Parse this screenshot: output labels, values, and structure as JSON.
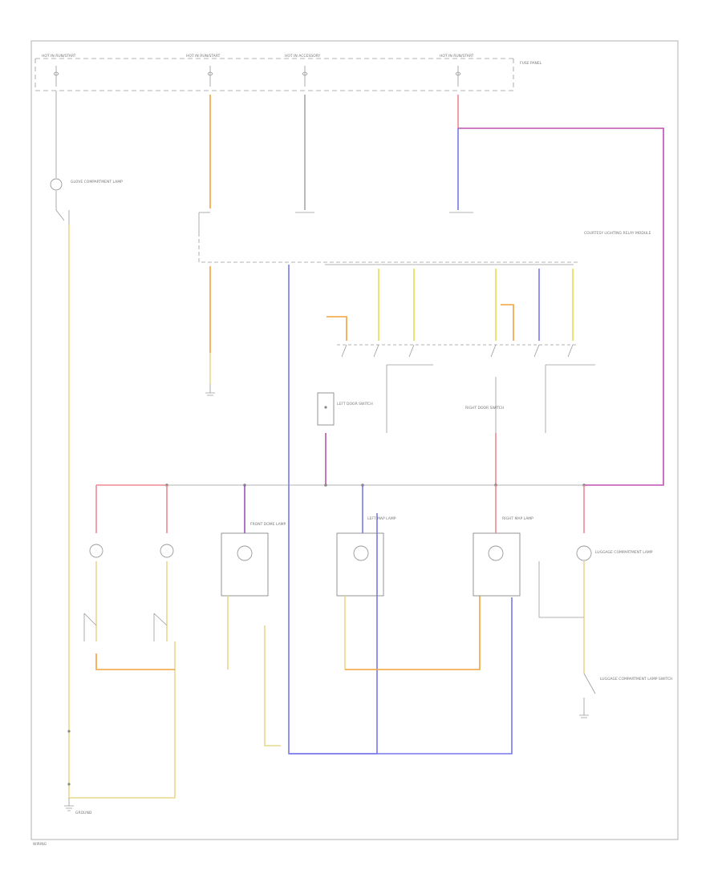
{
  "diagram": {
    "caption": "WIRING",
    "fuse_bar_labels": [
      "HOT IN RUN/START",
      "HOT IN RUN/START",
      "HOT IN ACCESSORY",
      "HOT IN RUN/START",
      "FUSE PANEL"
    ],
    "component_labels": {
      "glove_lamp": "GLOVE COMPARTMENT LAMP",
      "relay_module": "COURTESY LIGHTING RELAY MODULE",
      "left_door_switch": "LEFT DOOR SWITCH",
      "right_door_switch": "RIGHT DOOR SWITCH",
      "front_dome": "FRONT DOME LAMP",
      "left_map": "LEFT MAP LAMP",
      "right_map": "RIGHT MAP LAMP",
      "luggage_lamp": "LUGGAGE COMPARTMENT LAMP",
      "luggage_switch": "LUGGAGE COMPARTMENT LAMP SWITCH",
      "ground": "GROUND"
    }
  },
  "colors": {
    "orange": "#f2a23a",
    "yellow": "#e9d98a",
    "yellow_bright": "#e6de4a",
    "blue": "#7878ee",
    "pink": "#ee8892",
    "magenta": "#c050b0",
    "purple": "#9a55b5",
    "tan": "#d9c27a",
    "gray": "#9a9a9a"
  }
}
